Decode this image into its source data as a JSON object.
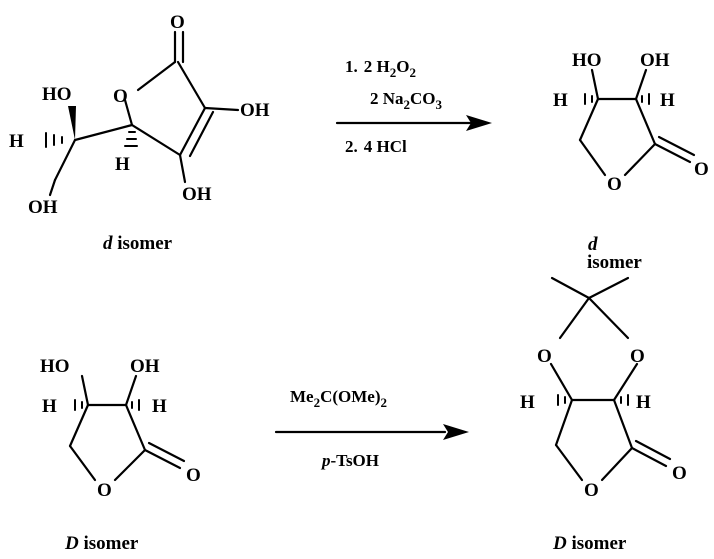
{
  "atoms": {
    "O": "O",
    "OH": "OH",
    "HO": "HO",
    "H": "H",
    "H_hash_left": "H",
    "H_hash_right": "H"
  },
  "reaction1": {
    "step1_num": "1.",
    "step1_a": "2 H",
    "step1_a_sub": "2",
    "step1_a_tail": "O",
    "step1_a_sub2": "2",
    "step1_b": "2 Na",
    "step1_b_sub": "2",
    "step1_b_tail": "CO",
    "step1_b_sub2": "3",
    "step2_num": "2.",
    "step2": "4 HCl"
  },
  "reaction2": {
    "reagent_top": "Me",
    "reagent_top_sub": "2",
    "reagent_top_tail": "C(OMe)",
    "reagent_top_sub2": "2",
    "reagent_bottom": "p",
    "reagent_bottom_tail": "-TsOH"
  },
  "captions": {
    "c1_italic": "d",
    "c1_rest": " isomer",
    "c2_italic": "d",
    "c2_rest": "isomer",
    "c3_italic": "D",
    "c3_rest": " isomer",
    "c4_italic": "D",
    "c4_rest": " isomer"
  }
}
